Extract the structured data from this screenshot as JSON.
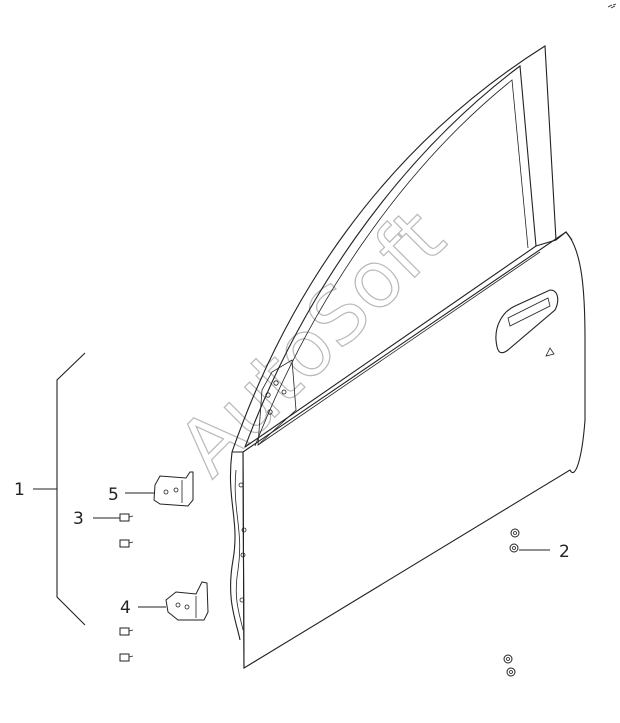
{
  "watermark": "AutoSoft",
  "callouts": {
    "c1": "1",
    "c2": "2",
    "c3": "3",
    "c4": "4",
    "c5": "5"
  }
}
